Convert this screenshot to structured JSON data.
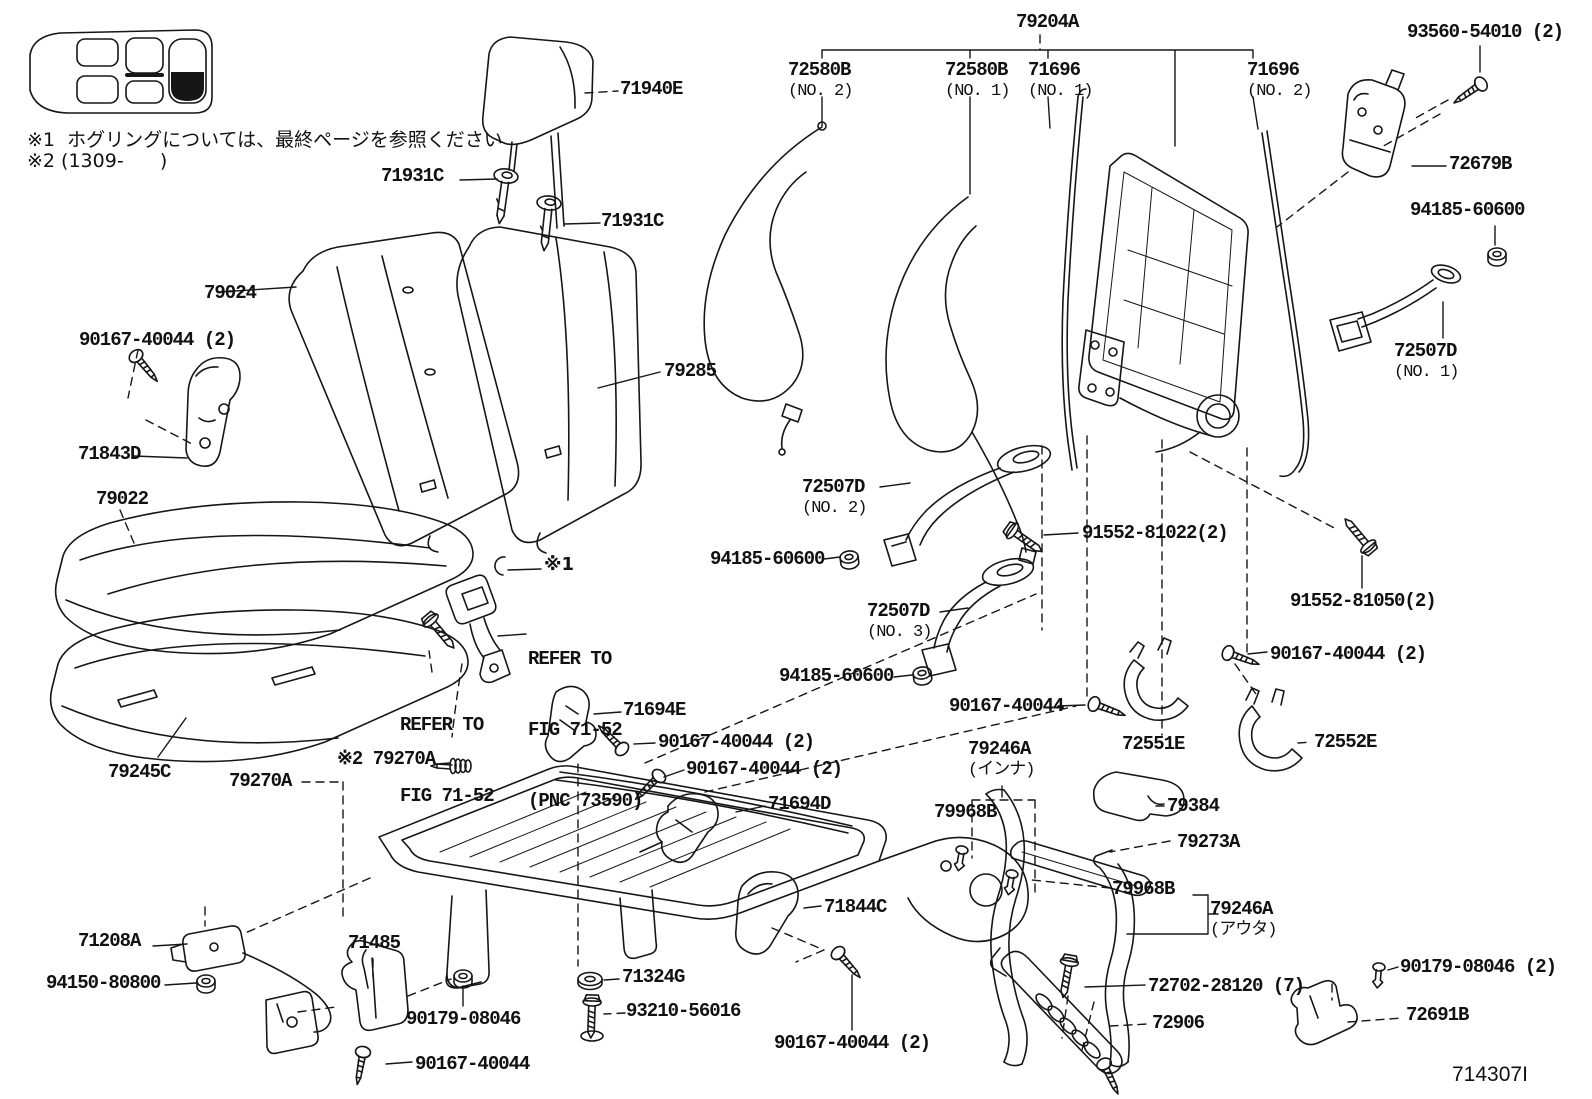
{
  "figure": {
    "code": "714307I",
    "notes": {
      "n1": "※1  ホグリングについては、最終ページを参照ください",
      "n2": "※2 (1309-      )"
    },
    "symbol1": "※1",
    "refer_a": {
      "l1": "REFER TO",
      "l2": "FIG 71-52",
      "l3": "(PNC 73590)"
    },
    "refer_b": {
      "l1": "REFER TO",
      "l2": "FIG 71-52"
    },
    "colors": {
      "line": "#161616",
      "background": "#ffffff"
    }
  },
  "labels": {
    "n71940e": {
      "text": "71940E"
    },
    "n71931c_a": {
      "text": "71931C"
    },
    "n71931c_b": {
      "text": "71931C"
    },
    "n79024": {
      "text": "79024"
    },
    "n90167_a": {
      "text": "90167-40044 (2)"
    },
    "n71843d": {
      "text": "71843D"
    },
    "n79285": {
      "text": "79285"
    },
    "n79022": {
      "text": "79022"
    },
    "n79245c": {
      "text": "79245C"
    },
    "n79270a": {
      "text": "79270A"
    },
    "n79270a_x2": {
      "text": "※2 79270A"
    },
    "n71694e": {
      "text": "71694E"
    },
    "n90167_b": {
      "text": "90167-40044 (2)"
    },
    "n90167_c": {
      "text": "90167-40044 (2)"
    },
    "n71694d": {
      "text": "71694D"
    },
    "n79204a": {
      "text": "79204A"
    },
    "n72580b_no2": {
      "text": "72580B",
      "sub": "(NO. 2)"
    },
    "n72580b_no1": {
      "text": "72580B",
      "sub": "(NO. 1)"
    },
    "n71696_no1": {
      "text": "71696",
      "sub": "(NO. 1)"
    },
    "n71696_no2": {
      "text": "71696",
      "sub": "(NO. 2)"
    },
    "n93560": {
      "text": "93560-54010 (2)"
    },
    "n72679b": {
      "text": "72679B"
    },
    "n94185_a": {
      "text": "94185-60600"
    },
    "n72507d_no1": {
      "text": "72507D",
      "sub": "(NO. 1)"
    },
    "n72507d_no2": {
      "text": "72507D",
      "sub": "(NO. 2)"
    },
    "n94185_b": {
      "text": "94185-60600"
    },
    "n91552_a": {
      "text": "91552-81022(2)"
    },
    "n72507d_no3": {
      "text": "72507D",
      "sub": "(NO. 3)"
    },
    "n94185_c": {
      "text": "94185-60600"
    },
    "n91552_b": {
      "text": "91552-81050(2)"
    },
    "n90167_d": {
      "text": "90167-40044 (2)"
    },
    "n90167_e": {
      "text": "90167-40044"
    },
    "n72551e": {
      "text": "72551E"
    },
    "n72552e": {
      "text": "72552E"
    },
    "n79246a_in": {
      "text": "79246A",
      "sub": "(インナ)"
    },
    "n79968b_a": {
      "text": "79968B"
    },
    "n79384": {
      "text": "79384"
    },
    "n79273a": {
      "text": "79273A"
    },
    "n79968b_b": {
      "text": "79968B"
    },
    "n79246a_out": {
      "text": "79246A",
      "sub": "(アウタ)"
    },
    "n71844c": {
      "text": "71844C"
    },
    "n71324g": {
      "text": "71324G"
    },
    "n93210": {
      "text": "93210-56016"
    },
    "n90167_f": {
      "text": "90167-40044 (2)"
    },
    "n71208a": {
      "text": "71208A"
    },
    "n94150": {
      "text": "94150-80800"
    },
    "n71485": {
      "text": "71485"
    },
    "n90179_a": {
      "text": "90179-08046"
    },
    "n90167_g": {
      "text": "90167-40044"
    },
    "n72702": {
      "text": "72702-28120 (7)"
    },
    "n72906": {
      "text": "72906"
    },
    "n90179_b": {
      "text": "90179-08046 (2)"
    },
    "n72691b": {
      "text": "72691B"
    }
  }
}
